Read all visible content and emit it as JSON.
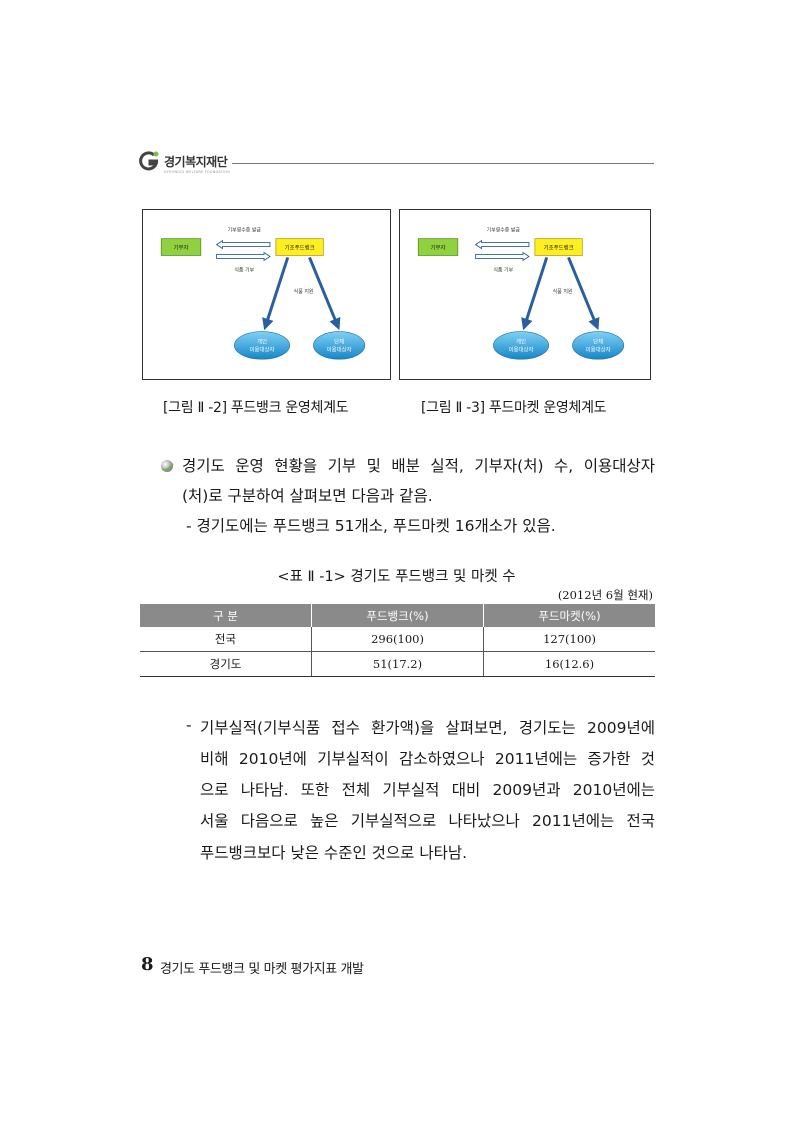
{
  "header": {
    "org_name": "경기복지재단",
    "org_subtitle": "GYEONGGI WELFARE FOUNDATION"
  },
  "figures": [
    {
      "caption": "[그림 Ⅱ -2]  푸드뱅크  운영체계도",
      "nodes": {
        "donor": "기부자",
        "hub": "기초푸드뱅크",
        "individual_l1": "개인",
        "individual_l2": "이용대상자",
        "group_l1": "단체",
        "group_l2": "이용대상자"
      },
      "labels": {
        "top_arrow": "기부영수증 발급",
        "bottom_arrow": "식품 기부",
        "distribution": "식품 지원"
      }
    },
    {
      "caption": "[그림 Ⅱ -3]  푸드마켓  운영체계도",
      "nodes": {
        "donor": "기부자",
        "hub": "기초푸드뱅크",
        "individual_l1": "개인",
        "individual_l2": "이용대상자",
        "group_l1": "단체",
        "group_l2": "이용대상자"
      },
      "labels": {
        "top_arrow": "기부영수증 발급",
        "bottom_arrow": "식품 기부",
        "distribution": "식품 지원"
      }
    }
  ],
  "bullet": {
    "line1": "경기도 운영 현황을 기부 및 배분 실적, 기부자(처) 수, 이용대상자",
    "line2": "(처)로 구분하여 살펴보면 다음과 같음.",
    "sub1": "- 경기도에는 푸드뱅크 51개소, 푸드마켓 16개소가 있음."
  },
  "table": {
    "title": "<표 Ⅱ -1> 경기도 푸드뱅크 및 마켓 수",
    "note": "(2012년 6월 현재)",
    "headers": [
      "구 분",
      "푸드뱅크(%)",
      "푸드마켓(%)"
    ],
    "rows": [
      [
        "전국",
        "296(100)",
        "127(100)"
      ],
      [
        "경기도",
        "51(17.2)",
        "16(12.6)"
      ]
    ]
  },
  "paragraph2": {
    "dash": "-",
    "line1": "기부실적(기부식품 접수 환가액)을 살펴보면, 경기도는 2009년에",
    "line2": "비해 2010년에 기부실적이 감소하였으나 2011년에는 증가한 것",
    "line3": "으로 나타남. 또한 전체 기부실적 대비 2009년과 2010년에는",
    "line4": "서울 다음으로 높은 기부실적으로 나타났으나 2011년에는 전국",
    "line5": "푸드뱅크보다 낮은 수준인 것으로 나타남."
  },
  "footer": {
    "page_number": "8",
    "title": "경기도 푸드뱅크 및 마켓 평가지표 개발"
  },
  "colors": {
    "donor_box": "#8fd13f",
    "hub_box": "#ffee22",
    "ellipse": "#2aa4e0",
    "arrow": "#2a5f9e"
  }
}
